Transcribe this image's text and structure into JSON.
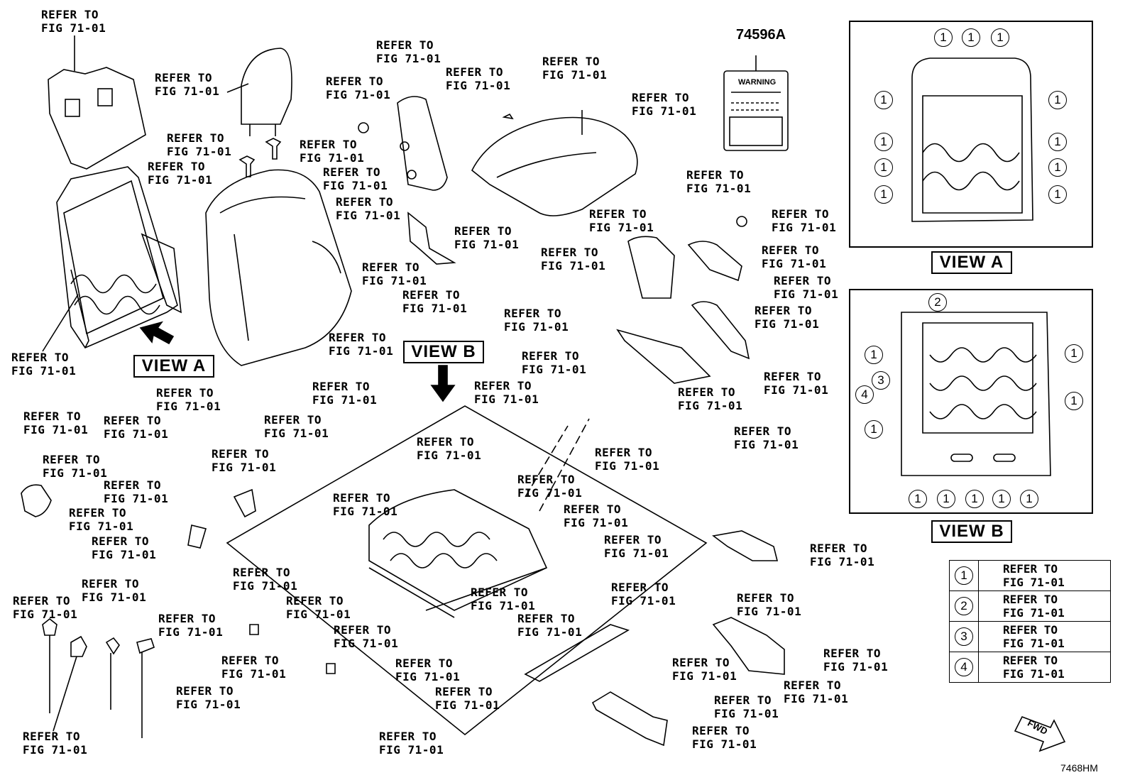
{
  "callout": "REFER TO\nFIG 71-01",
  "callout_positions_note": "",
  "part_number_warning_label": "74596A",
  "warning_label_text": "WARNING",
  "view_a_title": "VIEW A",
  "view_b_title": "VIEW B",
  "view_a_marker": "VIEW A",
  "view_b_marker": "VIEW B",
  "legend": [
    {
      "num": "1",
      "ref": "REFER TO\nFIG 71-01"
    },
    {
      "num": "2",
      "ref": "REFER TO\nFIG 71-01"
    },
    {
      "num": "3",
      "ref": "REFER TO\nFIG 71-01"
    },
    {
      "num": "4",
      "ref": "REFER TO\nFIG 71-01"
    }
  ],
  "view_a_markers": [
    "1",
    "1",
    "1",
    "1",
    "1",
    "1",
    "1",
    "1",
    "1",
    "1",
    "1"
  ],
  "view_b_markers": [
    "2",
    "1",
    "1",
    "3",
    "4",
    "1",
    "1",
    "1",
    "1",
    "1",
    "1",
    "1"
  ],
  "fwd": "FWD",
  "diagram_code": "7468HM"
}
